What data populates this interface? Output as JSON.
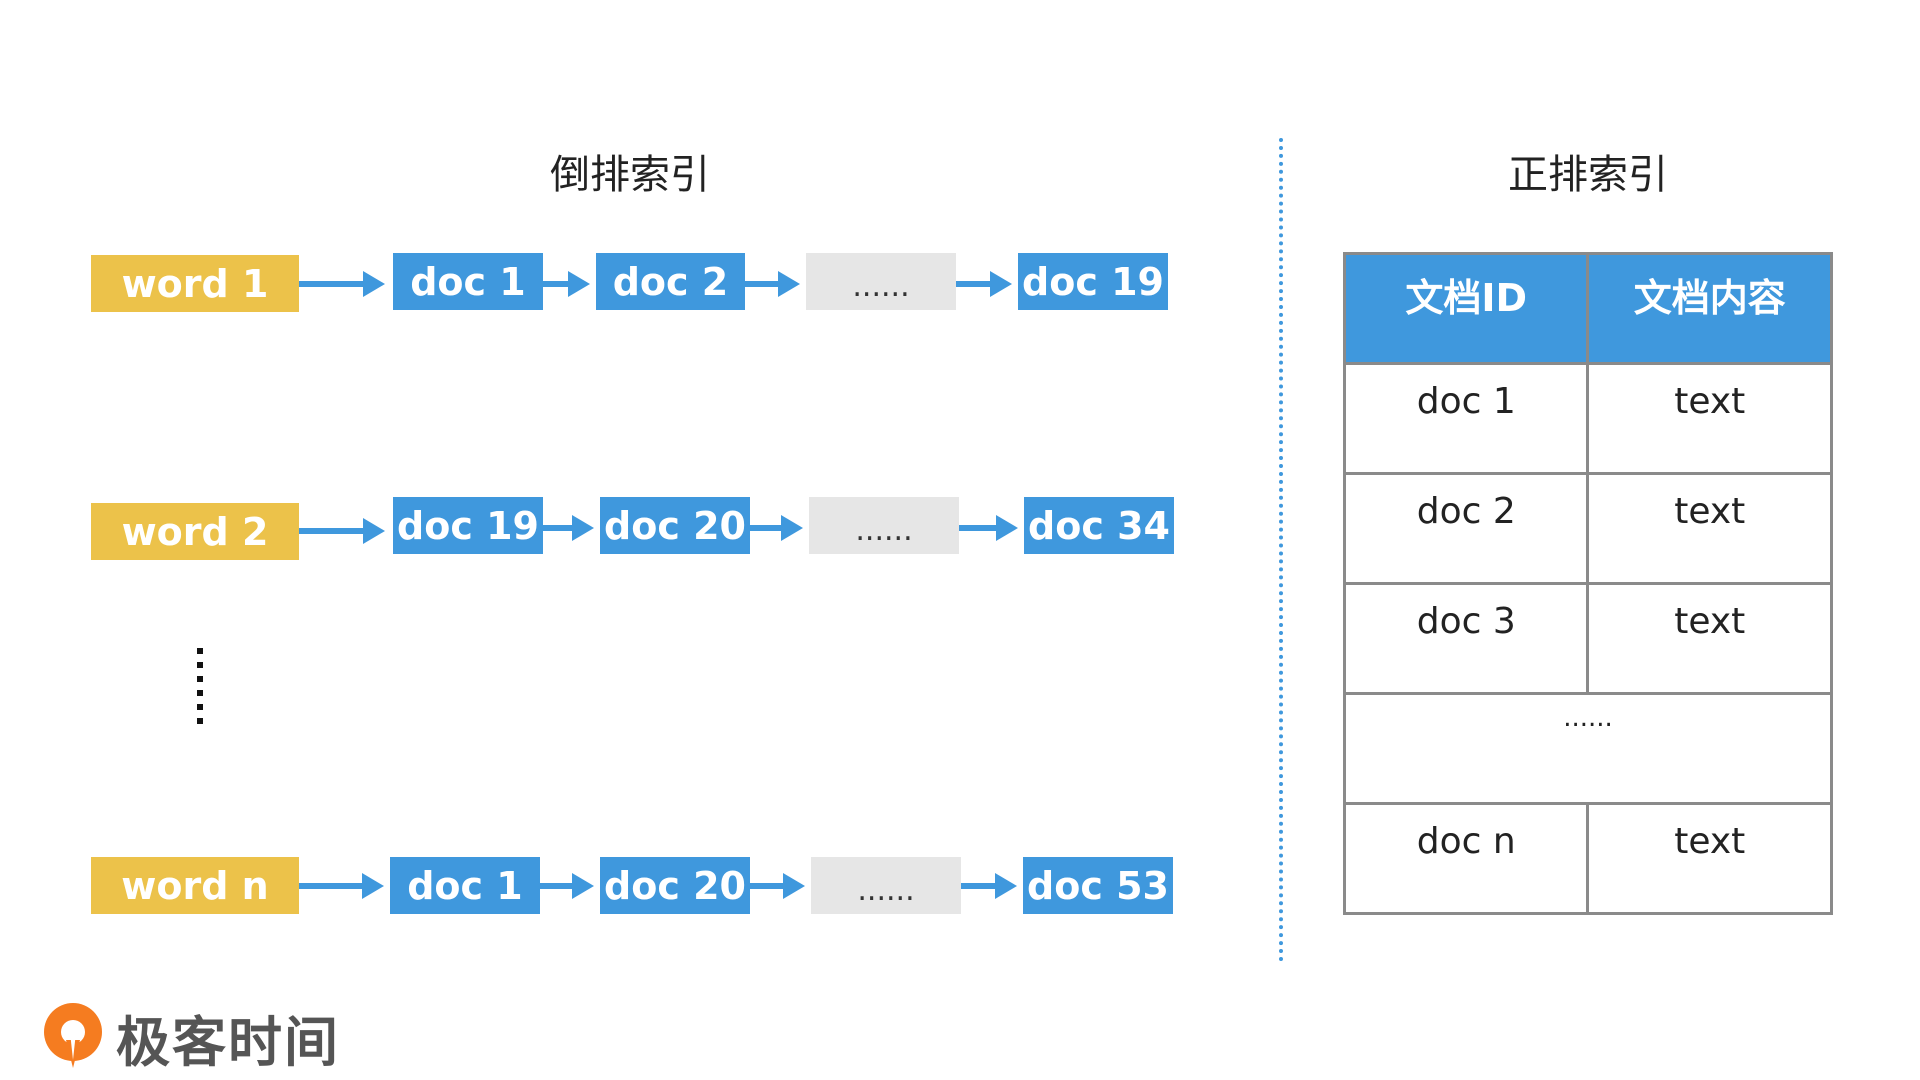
{
  "inverted_index": {
    "title": "倒排索引",
    "rows": [
      {
        "word": "word 1",
        "docs": [
          "doc 1",
          "doc 2"
        ],
        "ellipsis": "......",
        "last_doc": "doc 19"
      },
      {
        "word": "word 2",
        "docs": [
          "doc 19",
          "doc 20"
        ],
        "ellipsis": "......",
        "last_doc": "doc 34"
      },
      {
        "word": "word n",
        "docs": [
          "doc 1",
          "doc 20"
        ],
        "ellipsis": "......",
        "last_doc": "doc 53"
      }
    ]
  },
  "forward_index": {
    "title": "正排索引",
    "headers": [
      "文档ID",
      "文档内容"
    ],
    "rows": [
      {
        "id": "doc 1",
        "content": "text"
      },
      {
        "id": "doc 2",
        "content": "text"
      },
      {
        "id": "doc 3",
        "content": "text"
      },
      {
        "ellipsis": "......"
      },
      {
        "id": "doc n",
        "content": "text"
      }
    ]
  },
  "brand": {
    "name": "极客时间"
  },
  "colors": {
    "word_box": "#ecc24a",
    "doc_box": "#3f98dd",
    "gap_box": "#e6e6e6",
    "arrow": "#3f98dd",
    "table_header": "#3f98dd",
    "divider": "#3f98dd",
    "logo_orange": "#f57c20"
  }
}
